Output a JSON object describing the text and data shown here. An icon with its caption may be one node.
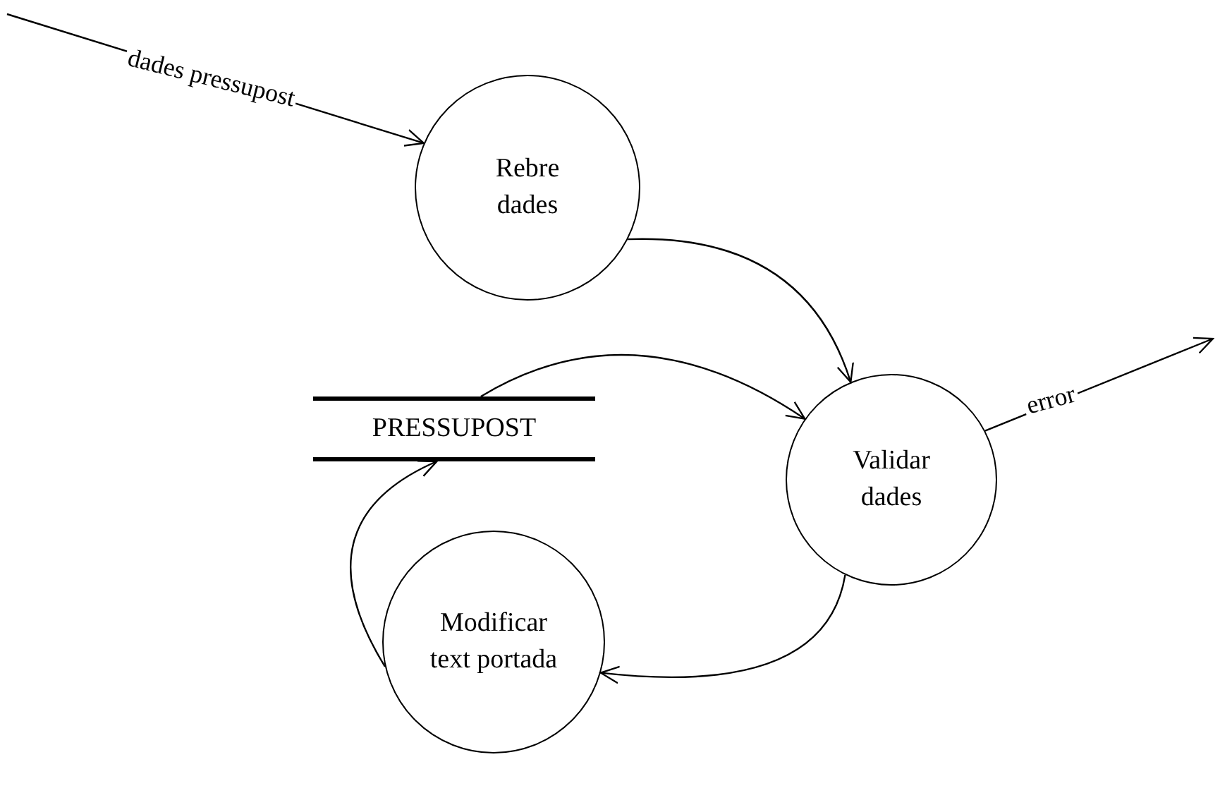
{
  "diagram": {
    "nodes": [
      {
        "text": [
          "Rebre dades"
        ]
      },
      {
        "text": [
          "Validar dades"
        ]
      },
      {
        "text": [
          "PRESSUPOST"
        ]
      },
      {
        "text": [
          "Modificar text portada"
        ]
      }
    ],
    "edges": [
      {
        "from": null,
        "to": 0,
        "arrow": "to",
        "label": "dades pressupost"
      },
      {
        "from": 0,
        "to": 1,
        "arrow": "to"
      },
      {
        "from": 2,
        "to": 1,
        "arrow": "to"
      },
      {
        "from": 1,
        "to": null,
        "arrow": "to",
        "label": "error"
      },
      {
        "from": 1,
        "to": 3,
        "arrow": "to"
      },
      {
        "from": 3,
        "to": 2,
        "arrow": "to"
      }
    ]
  }
}
